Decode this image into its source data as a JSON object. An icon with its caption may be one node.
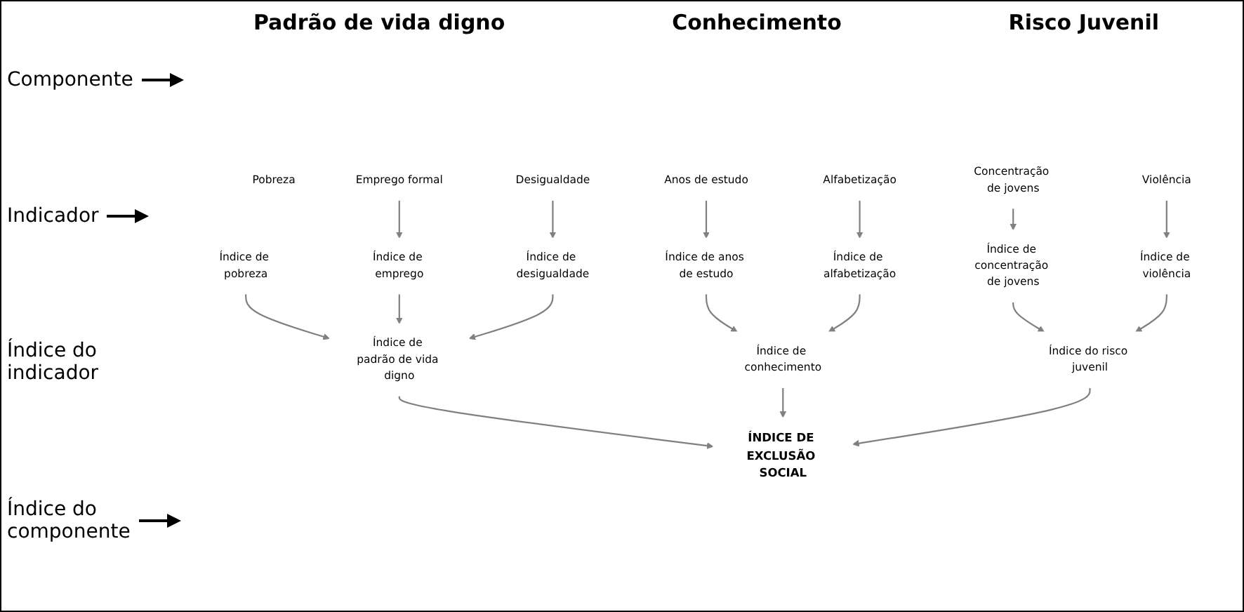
{
  "diagram": {
    "nodes": [
      {
        "text": [
          "Pobreza"
        ]
      },
      {
        "text": [
          "Emprego formal"
        ]
      },
      {
        "text": [
          "Desigualdade"
        ]
      },
      {
        "text": [
          "Anos de estudo"
        ]
      },
      {
        "text": [
          "Alfabetização"
        ]
      },
      {
        "text": [
          "Concentração de jovens"
        ]
      },
      {
        "text": [
          "Violência"
        ]
      },
      {
        "text": [
          "Índice de pobreza"
        ]
      },
      {
        "text": [
          "Índice de emprego"
        ]
      },
      {
        "text": [
          "Índice de desigualdade"
        ]
      },
      {
        "text": [
          "Índice de anos de estudo"
        ]
      },
      {
        "text": [
          "Índice de alfabetização"
        ]
      },
      {
        "text": [
          "Índice de concentração de jovens"
        ]
      },
      {
        "text": [
          "Índice de violência"
        ]
      },
      {
        "text": [
          "Índice de padrão de vida digno"
        ]
      },
      {
        "text": [
          "Índice de conhecimento"
        ]
      },
      {
        "text": [
          "Índice do risco juvenil"
        ]
      },
      {
        "text": [
          "ÍNDICE DE EXCLUSÃO SOCIAL"
        ]
      }
    ],
    "edges": [
      {
        "from": 1,
        "to": 8,
        "arrow": "to"
      },
      {
        "from": 2,
        "to": 9,
        "arrow": "to"
      },
      {
        "from": 3,
        "to": 10,
        "arrow": "to"
      },
      {
        "from": 4,
        "to": 11,
        "arrow": "to"
      },
      {
        "from": 5,
        "to": 12,
        "arrow": "to"
      },
      {
        "from": 6,
        "to": 13,
        "arrow": "to"
      },
      {
        "from": 7,
        "to": 14,
        "arrow": "to"
      },
      {
        "from": 8,
        "to": 14,
        "arrow": "to"
      },
      {
        "from": 9,
        "to": 14,
        "arrow": "to"
      },
      {
        "from": 10,
        "to": 15,
        "arrow": "to"
      },
      {
        "from": 11,
        "to": 15,
        "arrow": "to"
      },
      {
        "from": 12,
        "to": 16,
        "arrow": "to"
      },
      {
        "from": 13,
        "to": 16,
        "arrow": "to"
      },
      {
        "from": 14,
        "to": 17,
        "arrow": "to"
      },
      {
        "from": 15,
        "to": 17,
        "arrow": "to"
      },
      {
        "from": 16,
        "to": 17,
        "arrow": "to"
      }
    ],
    "labels": [
      "Componente",
      "Padrão de vida digno",
      "Conhecimento",
      "Risco Juvenil",
      "Indicador",
      "Índice do indicador",
      "Índice do componente"
    ]
  }
}
